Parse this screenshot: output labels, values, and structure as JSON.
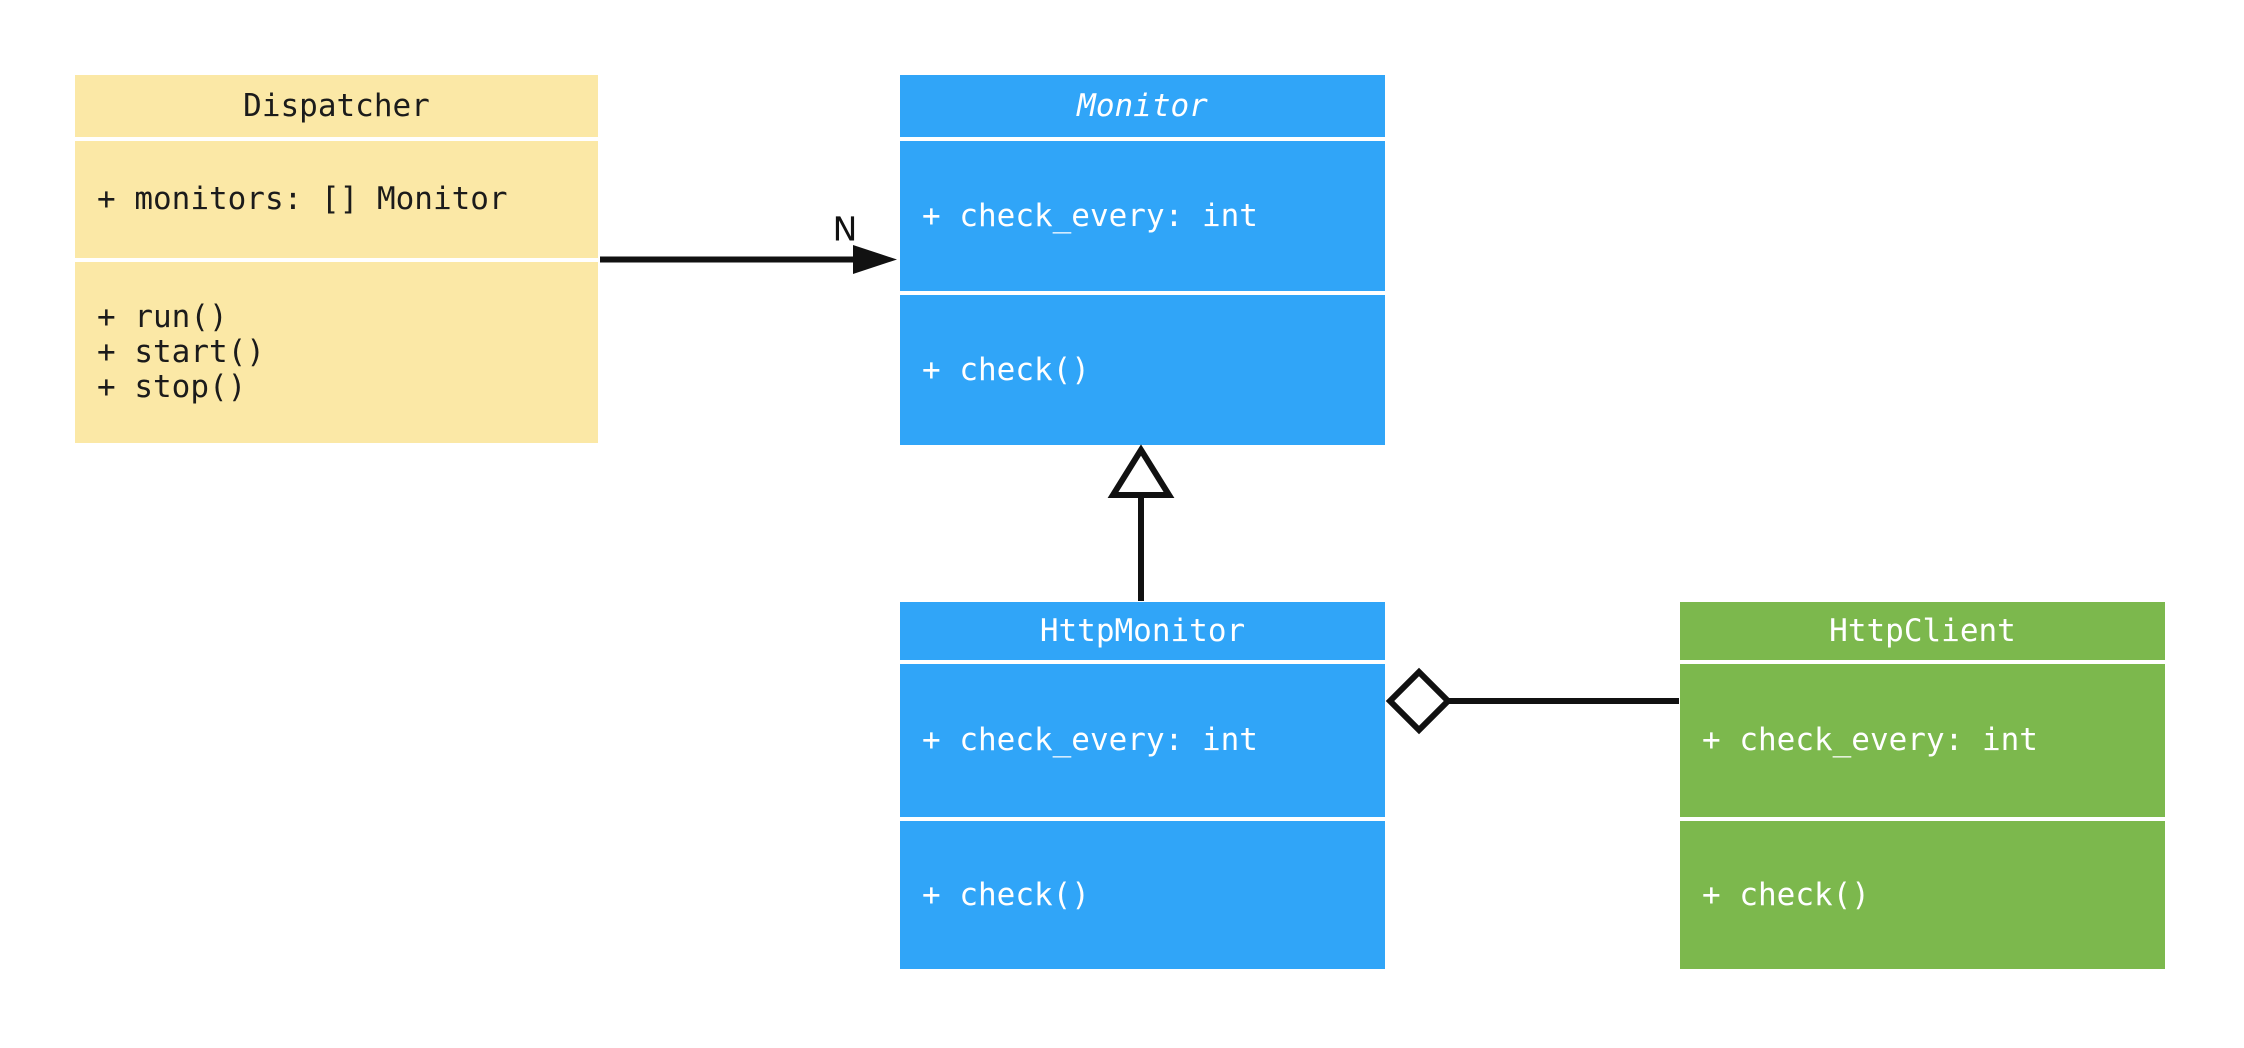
{
  "diagram": {
    "type": "uml-class-diagram",
    "background": "#ffffff",
    "line_color": "#111111",
    "classes": [
      {
        "name": "Dispatcher",
        "abstract": false,
        "fill": "#FBE8A6",
        "text_color": "#1b1b1b",
        "attributes": [
          "+ monitors: [] Monitor"
        ],
        "methods": [
          "+ run()",
          "+ start()",
          "+ stop()"
        ]
      },
      {
        "name": "Monitor",
        "abstract": true,
        "fill": "#30A5F8",
        "text_color": "#ffffff",
        "attributes": [
          "+ check_every: int"
        ],
        "methods": [
          "+ check()"
        ]
      },
      {
        "name": "HttpMonitor",
        "abstract": false,
        "fill": "#30A5F8",
        "text_color": "#ffffff",
        "attributes": [
          "+ check_every: int"
        ],
        "methods": [
          "+ check()"
        ]
      },
      {
        "name": "HttpClient",
        "abstract": false,
        "fill": "#7CB84D",
        "text_color": "#ffffff",
        "attributes": [
          "+ check_every: int"
        ],
        "methods": [
          "+ check()"
        ]
      }
    ],
    "relations": [
      {
        "type": "association",
        "from": "Dispatcher",
        "to": "Monitor",
        "label": "N"
      },
      {
        "type": "inheritance",
        "from": "HttpMonitor",
        "to": "Monitor",
        "label": ""
      },
      {
        "type": "aggregation",
        "from": "HttpMonitor",
        "to": "HttpClient",
        "label": ""
      }
    ]
  }
}
